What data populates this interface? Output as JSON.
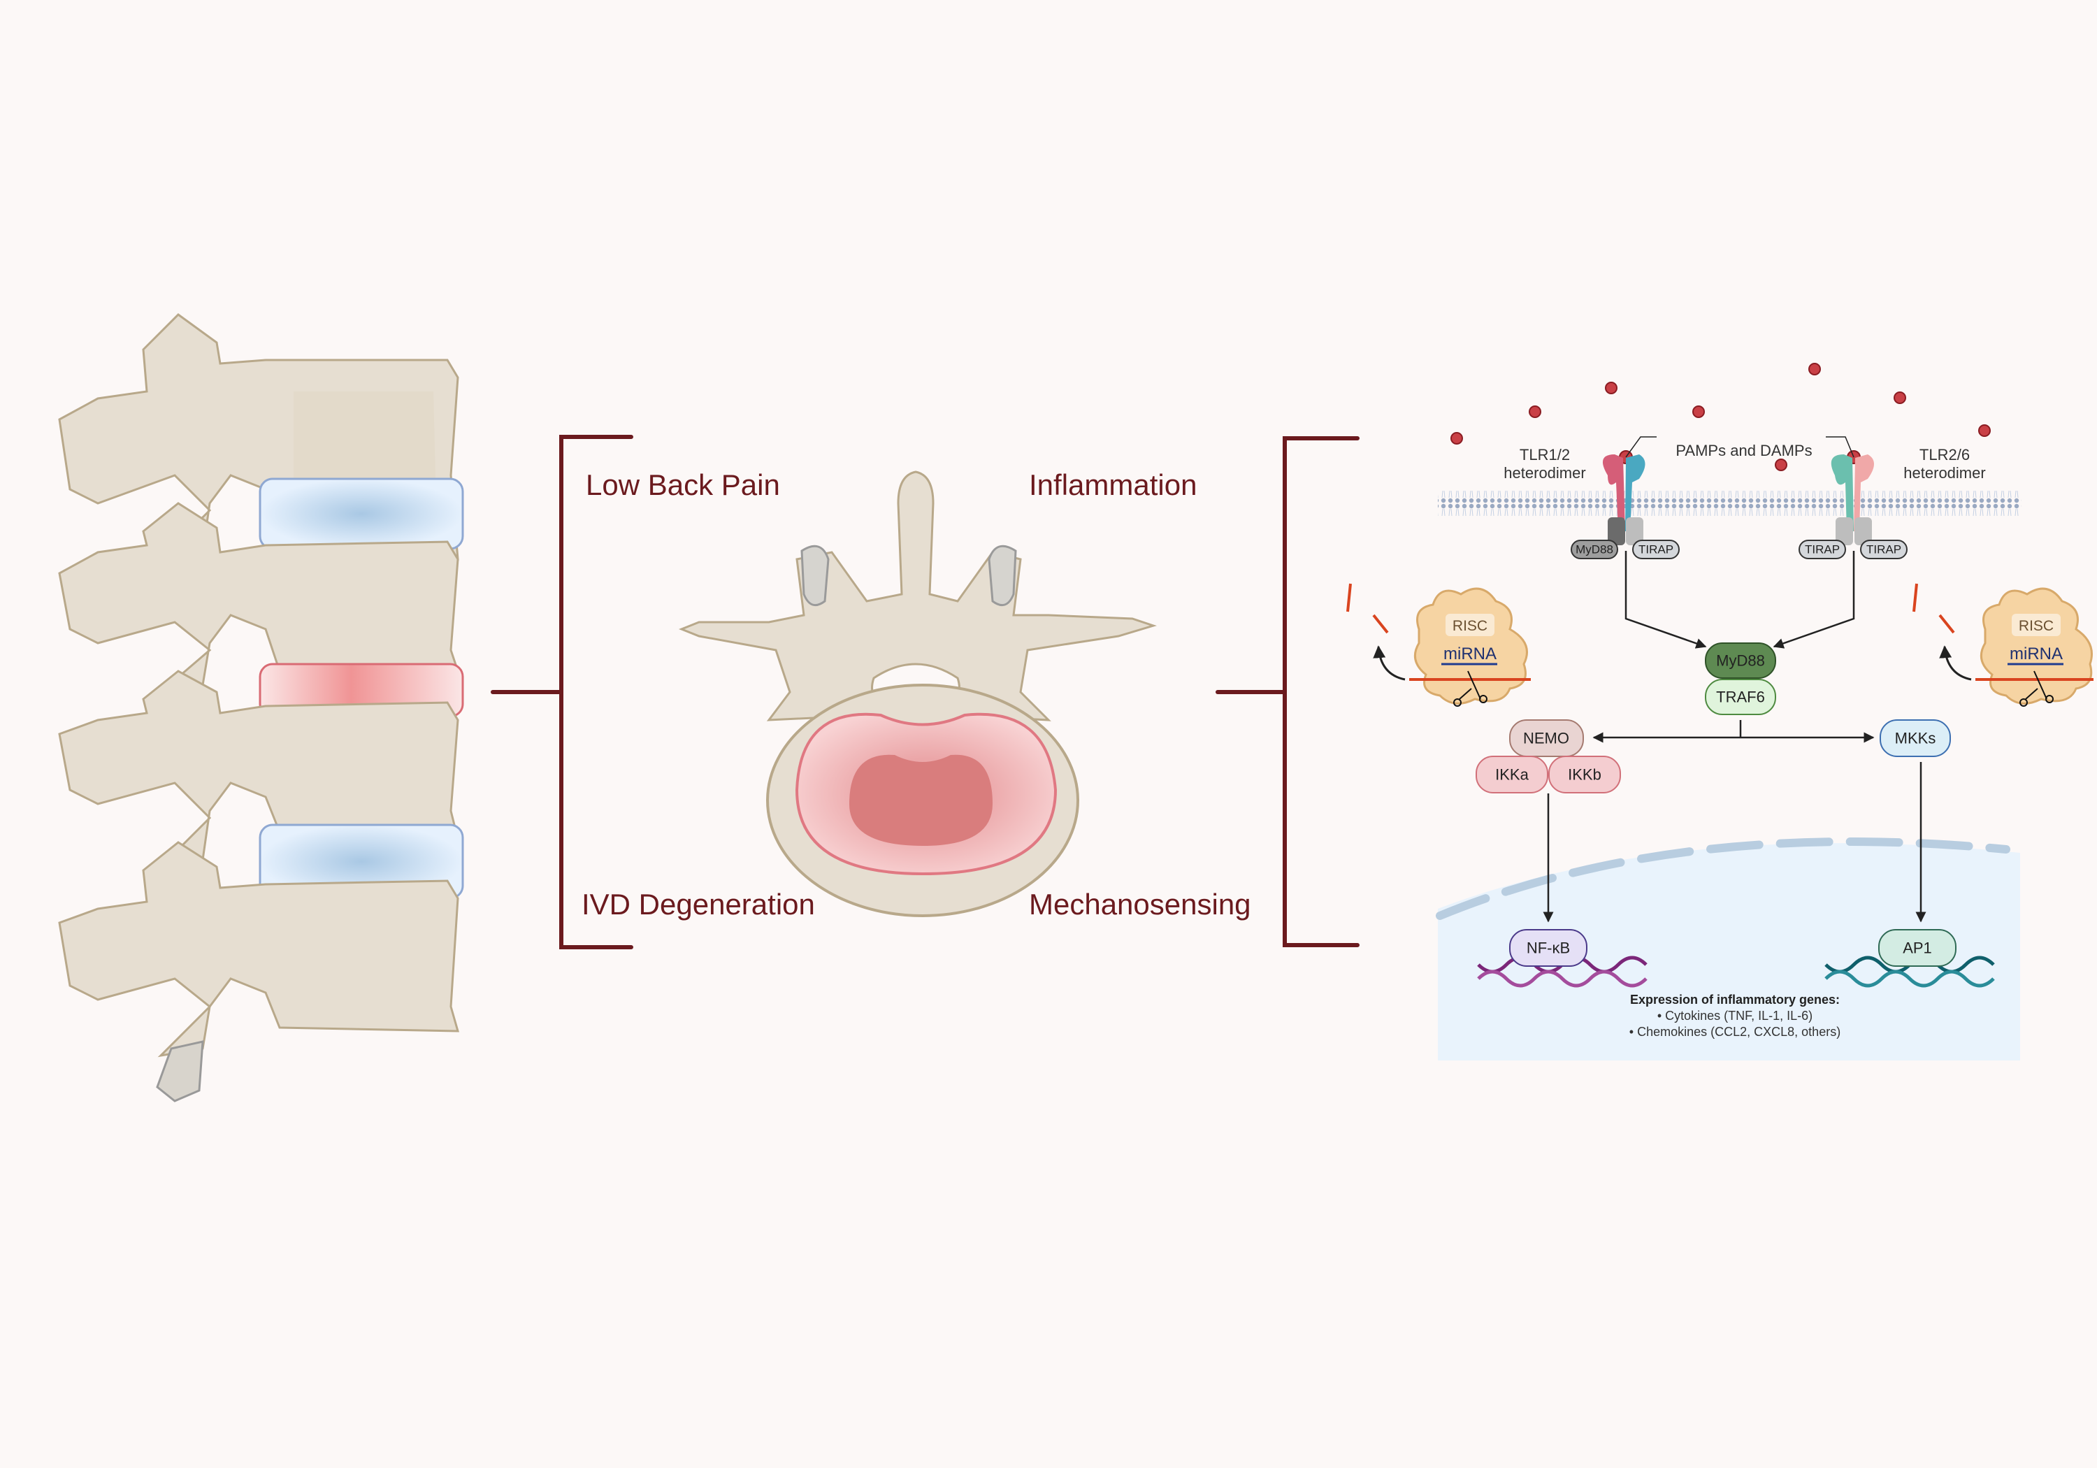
{
  "figure": {
    "center_labels": {
      "top_left": "Low Back Pain",
      "top_right": "Inflammation",
      "bottom_left": "IVD Degeneration",
      "bottom_right": "Mechanosensing"
    },
    "colors": {
      "background": "#fcf8f7",
      "bracket": "#6b1a1e",
      "bone": "#e6ded1",
      "healthy_disc": "#e3f0fd",
      "inflamed_disc": "#f29a9c",
      "nucleus": "#d97d7d",
      "pamp": "#c94046",
      "nucleus_region": "#e9f3fc"
    },
    "pathway": {
      "ligand_label": "PAMPs and DAMPs",
      "receptor_left": {
        "line1": "TLR1/2",
        "line2": "heterodimer"
      },
      "receptor_right": {
        "line1": "TLR2/6",
        "line2": "heterodimer"
      },
      "adaptors_left": [
        "MyD88",
        "TIRAP"
      ],
      "adaptors_right": [
        "TIRAP",
        "TIRAP"
      ],
      "myd88": "MyD88",
      "traf6": "TRAF6",
      "nemo": "NEMO",
      "ikka": "IKKa",
      "ikkb": "IKKb",
      "mkks": "MKKs",
      "nfkb": "NF-κB",
      "ap1": "AP1",
      "risc_left": {
        "label": "RISC",
        "mirna": "miRNA"
      },
      "risc_right": {
        "label": "RISC",
        "mirna": "miRNA"
      },
      "expression": {
        "title": "Expression of inflammatory genes:",
        "items": [
          "• Cytokines (TNF, IL-1, IL-6)",
          "• Chemokines (CCL2, CXCL8, others)"
        ]
      }
    }
  }
}
